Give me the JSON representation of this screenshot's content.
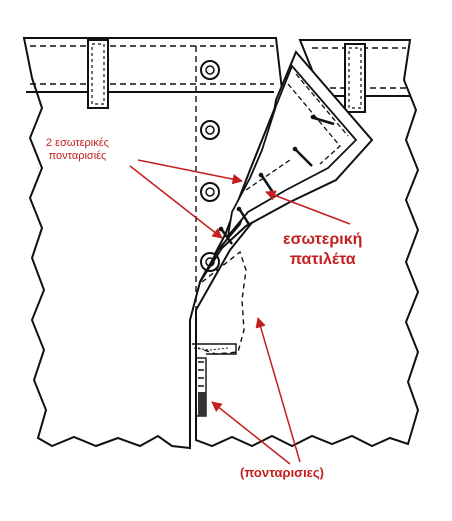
{
  "labels": {
    "inner_stitching_line1": "2 εσωτερικές",
    "inner_stitching_line2": "ποντα­ρισιές",
    "inner_facing_line1": "εσωτερική",
    "inner_facing_line2": "πατιλέτα",
    "stitches": "(ποντα­ρισιες)"
  },
  "colors": {
    "annotation": "#c41e1e",
    "line": "#111111"
  }
}
